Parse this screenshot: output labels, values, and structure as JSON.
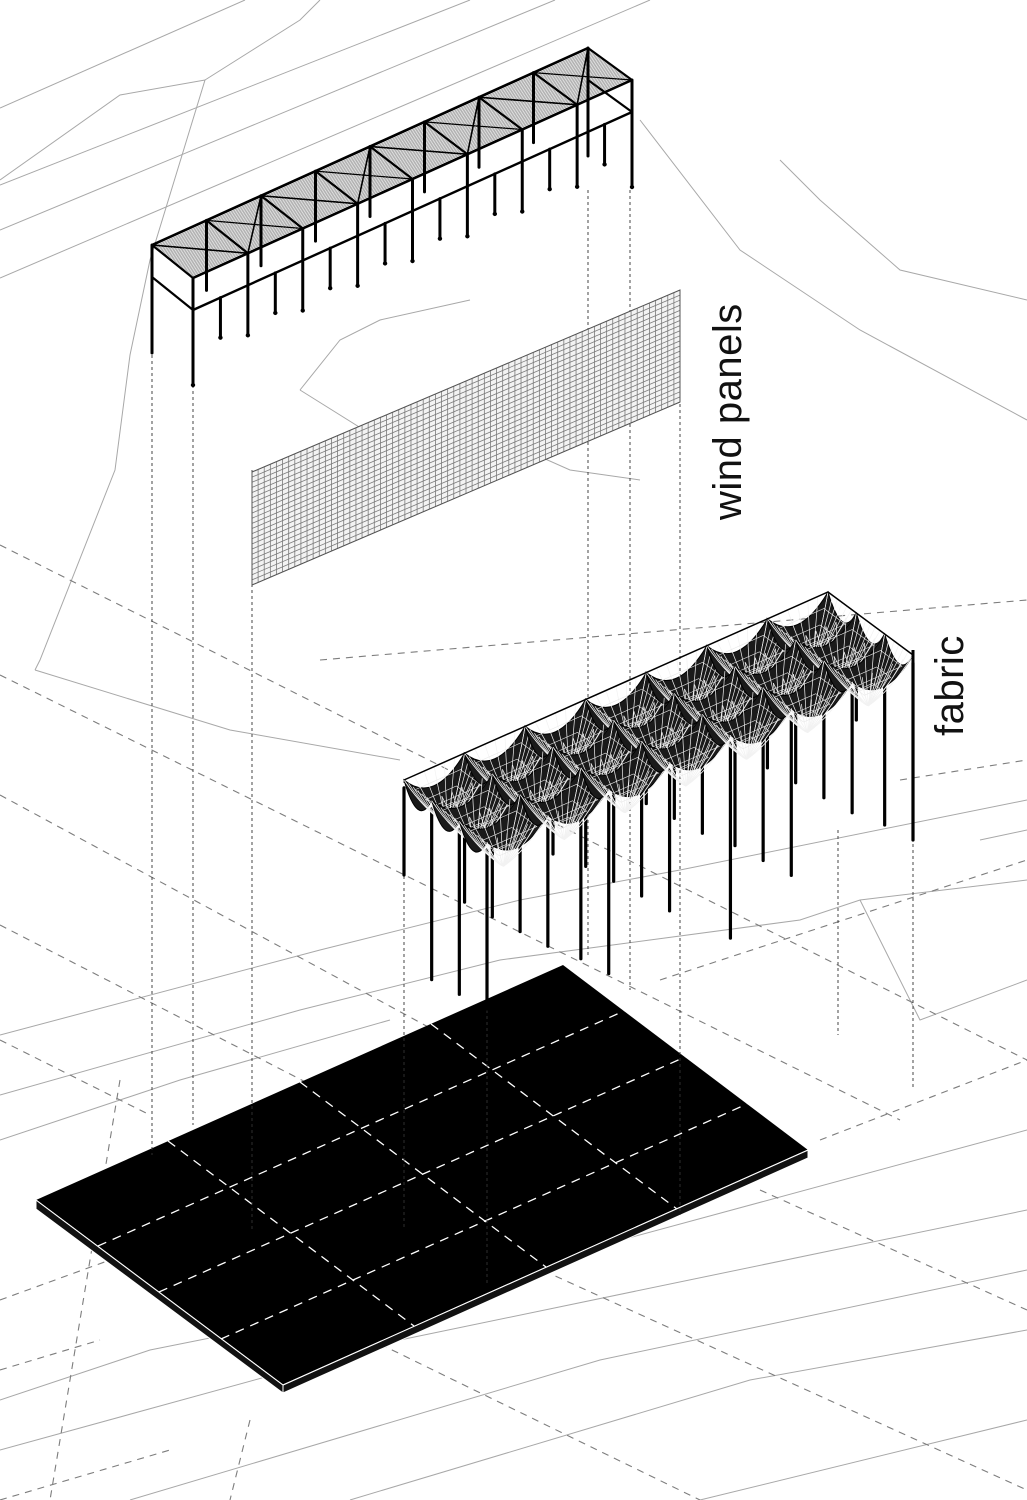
{
  "labels": {
    "wind_panels": "wind panels",
    "fabric": "fabric"
  },
  "colors": {
    "ink": "#000000",
    "site_lines": "#9a9a9a",
    "mesh_grey": "#8a8a8a",
    "fabric_white": "#f2f2f2",
    "background": "#ffffff"
  },
  "layers": [
    "frame",
    "wind panels",
    "fabric",
    "base platform"
  ]
}
